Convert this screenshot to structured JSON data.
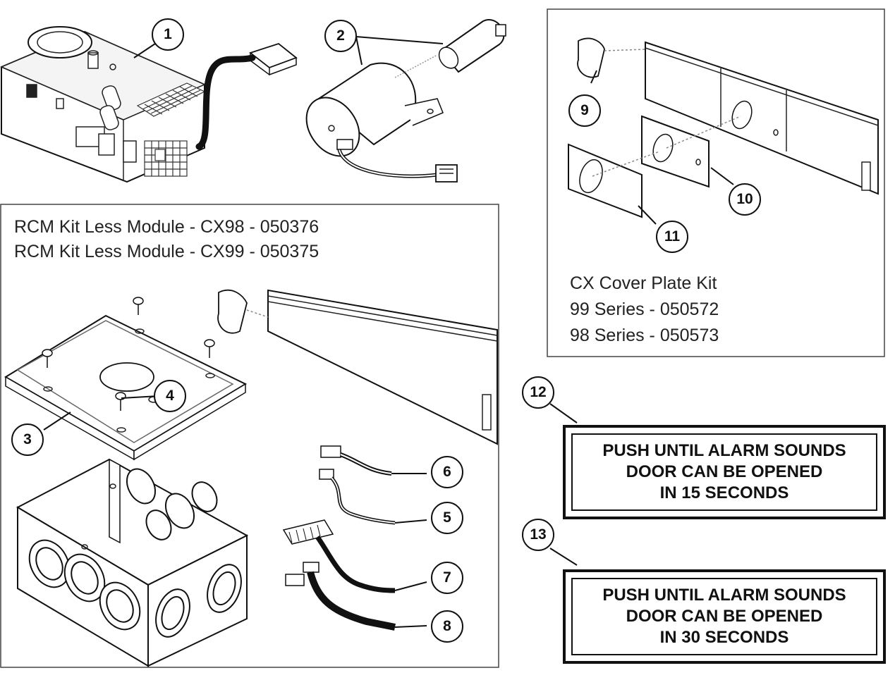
{
  "rcm_kit": {
    "line1": "RCM Kit Less Module - CX98 - 050376",
    "line2": "RCM Kit Less Module - CX99 - 050375"
  },
  "cover_plate_kit": {
    "title": "CX Cover Plate Kit",
    "line1": "99 Series - 050572",
    "line2": "98 Series - 050573"
  },
  "callouts": {
    "c1": "1",
    "c2": "2",
    "c3": "3",
    "c4": "4",
    "c5": "5",
    "c6": "6",
    "c7": "7",
    "c8": "8",
    "c9": "9",
    "c10": "10",
    "c11": "11",
    "c12": "12",
    "c13": "13"
  },
  "label_15": {
    "line1": "PUSH UNTIL ALARM SOUNDS",
    "line2": "DOOR CAN BE OPENED",
    "line3": "IN 15 SECONDS"
  },
  "label_30": {
    "line1": "PUSH UNTIL ALARM SOUNDS",
    "line2": "DOOR CAN BE OPENED",
    "line3": "IN 30 SECONDS"
  }
}
